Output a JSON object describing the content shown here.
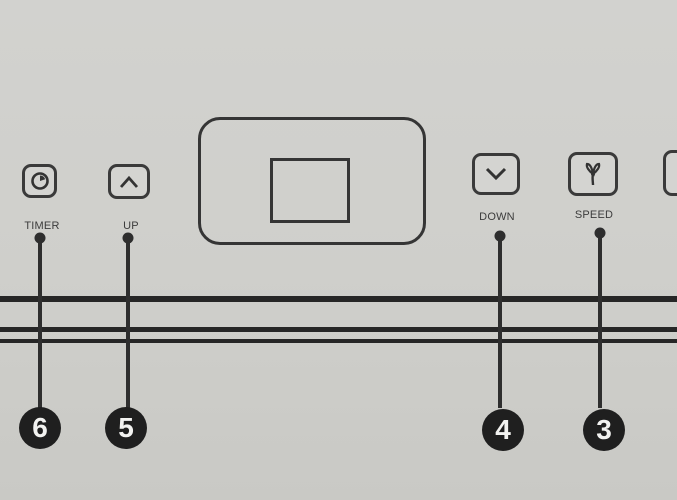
{
  "controls": {
    "timer": {
      "label": "TIMER",
      "callout": "6"
    },
    "up": {
      "label": "UP",
      "callout": "5"
    },
    "down": {
      "label": "DOWN",
      "callout": "4"
    },
    "speed": {
      "label": "SPEED",
      "callout": "3"
    }
  },
  "icons": {
    "timer": "timer-icon",
    "up": "up-arrow-icon",
    "down": "down-arrow-icon",
    "speed": "fan-icon"
  },
  "colors": {
    "background": "#d0d0cd",
    "line": "#2e2e2e",
    "callout_fill": "#1f1f1f",
    "callout_text": "#f2f2f0"
  }
}
